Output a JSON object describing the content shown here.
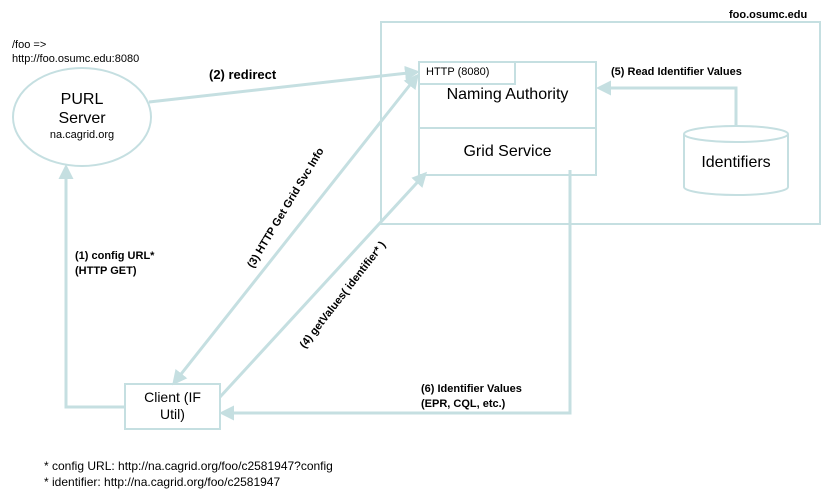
{
  "host_label": "foo.osumc.edu",
  "purl_mapping": {
    "line1": "/foo =>",
    "line2": "http://foo.osumc.edu:8080"
  },
  "purl_server": {
    "line1": "PURL",
    "line2": "Server",
    "line3": "na.cagrid.org"
  },
  "naming_authority": {
    "port_label": "HTTP (8080)",
    "title": "Naming Authority"
  },
  "grid_service": {
    "title": "Grid Service"
  },
  "identifiers_db": {
    "title": "Identifiers"
  },
  "client": {
    "line1": "Client (IF",
    "line2": "Util)"
  },
  "steps": {
    "step1_line1": "(1) config URL*",
    "step1_line2": "(HTTP GET)",
    "step2": "(2) redirect",
    "step3": "(3) HTTP Get Grid Svc Info",
    "step4": "(4) getValues( identifier* )",
    "step5": "(5) Read Identifier Values",
    "step6_line1": "(6) Identifier Values",
    "step6_line2": "(EPR, CQL, etc.)"
  },
  "footnotes": {
    "config_url": "* config URL: http://na.cagrid.org/foo/c2581947?config",
    "identifier": "* identifier: http://na.cagrid.org/foo/c2581947"
  },
  "colors": {
    "line": "#c5dfe1",
    "text": "#000000"
  }
}
